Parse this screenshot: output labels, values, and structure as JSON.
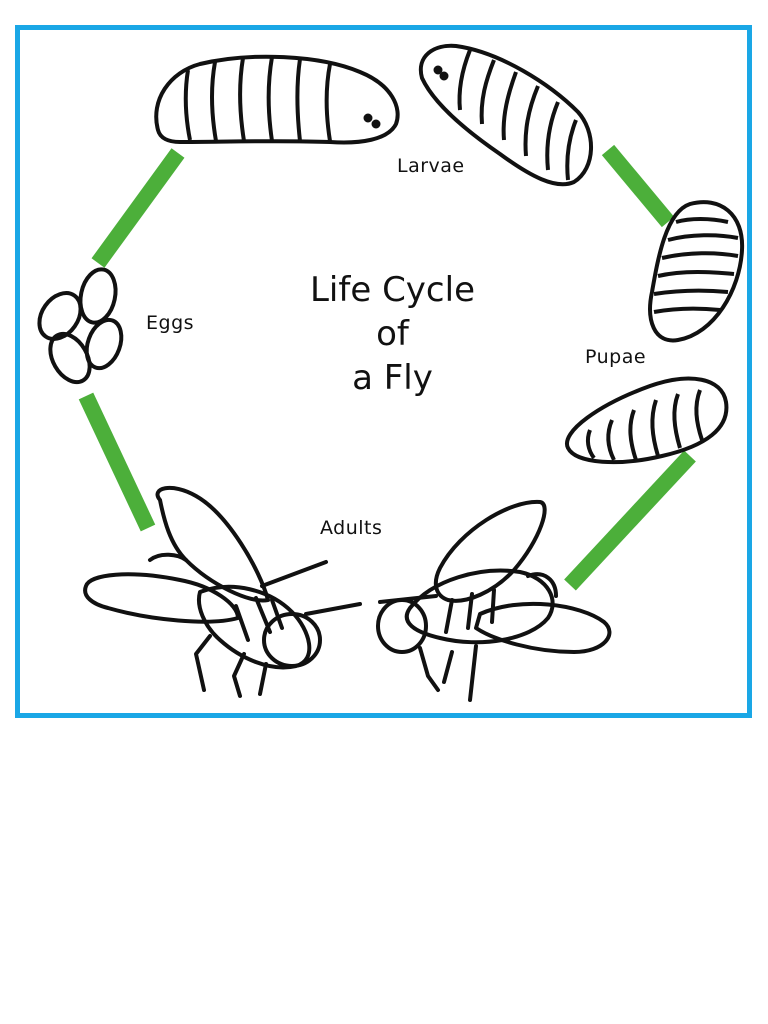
{
  "diagram": {
    "title_lines": [
      "Life Cycle",
      "of",
      "a Fly"
    ],
    "stages": {
      "larvae": "Larvae",
      "pupae": "Pupae",
      "adults": "Adults",
      "eggs": "Eggs"
    },
    "colors": {
      "frame": "#1aa7e6",
      "arrow": "#4caf3a",
      "ink": "#111111"
    }
  }
}
